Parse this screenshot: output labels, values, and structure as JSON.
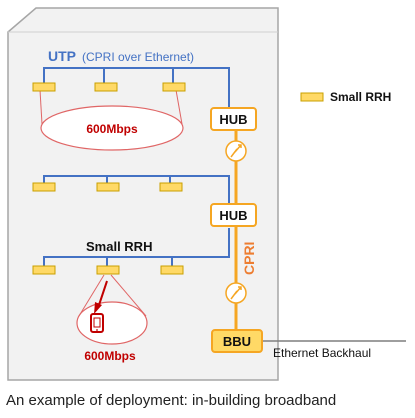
{
  "legend": {
    "label": "Small RRH"
  },
  "labels": {
    "utp_main": "UTP",
    "utp_sub": "(CPRI over Ethernet)",
    "rate_top": "600Mbps",
    "rate_bottom": "600Mbps",
    "small_rrh": "Small RRH",
    "hub_top": "HUB",
    "hub_mid": "HUB",
    "bbu": "BBU",
    "cpri": "CPRI",
    "ethernet_backhaul": "Ethernet Backhaul"
  },
  "caption": "An example of deployment: in-building broadband",
  "colors": {
    "building_fill": "#f2f2f2",
    "building_stroke": "#a6a6a6",
    "utp_line": "#4472c4",
    "cpri_line": "#f5a623",
    "rrh_fill": "#ffd966",
    "rrh_stroke": "#c9a000",
    "hub_stroke": "#f5a623",
    "rate_text": "#c00000",
    "ellipse_stroke": "#e06666",
    "backhaul_line": "#7f7f7f",
    "device_icon": "#c00000"
  }
}
